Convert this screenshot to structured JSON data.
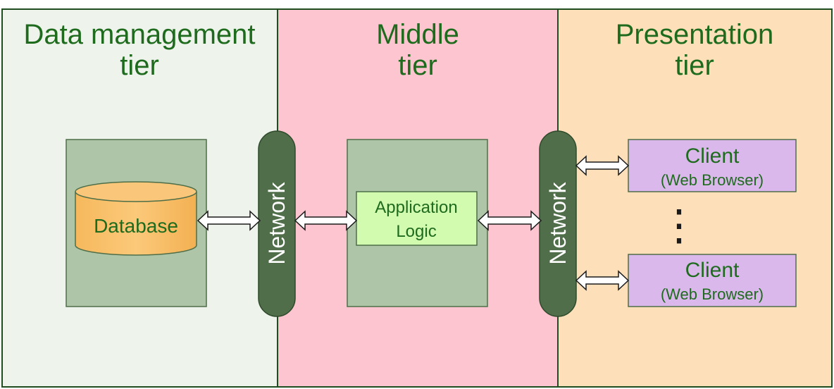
{
  "tiers": {
    "data": {
      "line1": "Data management",
      "line2": "tier",
      "background": "#eef3ec"
    },
    "middle": {
      "line1": "Middle",
      "line2": "tier",
      "background": "#fdc5cf"
    },
    "presentation": {
      "line1": "Presentation",
      "line2": "tier",
      "background": "#fde0b9"
    }
  },
  "components": {
    "database": "Database",
    "application_line1": "Application",
    "application_line2": "Logic",
    "network_left": "Network",
    "network_right": "Network",
    "clients": [
      {
        "title": "Client",
        "subtitle": "(Web Browser)"
      },
      {
        "title": "Client",
        "subtitle": "(Web Browser)"
      }
    ],
    "ellipsis": "⋮"
  },
  "colors": {
    "title_text": "#1e6b1e",
    "outer_border": "#1f4d1f",
    "server_box": "#afc5a8",
    "database_fill": "#f8c06c",
    "app_logic_fill": "#d2fbb0",
    "client_fill": "#dbb8ec",
    "network_fill": "#4f6e49"
  }
}
